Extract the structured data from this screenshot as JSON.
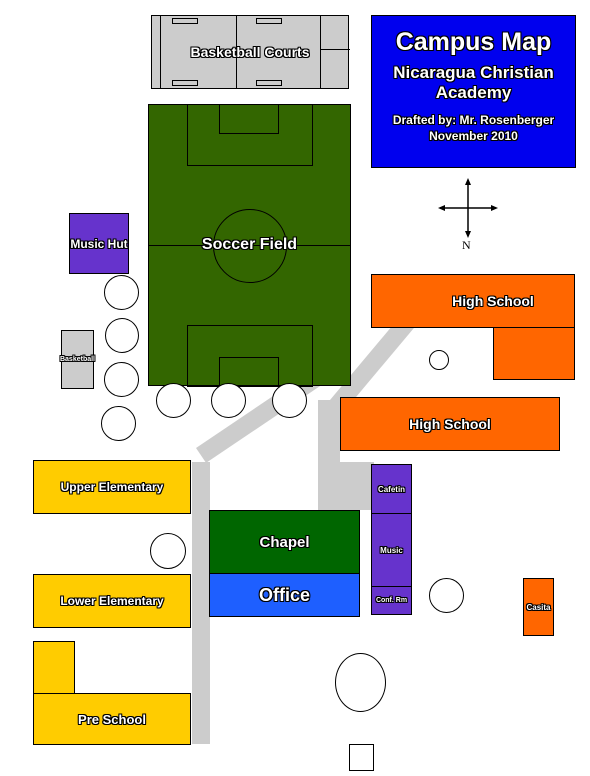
{
  "title_block": {
    "title": "Campus Map",
    "school_line1": "Nicaragua Christian",
    "school_line2": "Academy",
    "drafted_by": "Drafted by: Mr. Rosenberger",
    "date": "November 2010"
  },
  "compass": {
    "north_label": "N"
  },
  "buildings": {
    "basketball_courts": "Basketball Courts",
    "soccer_field": "Soccer Field",
    "music_hut": "Music Hut",
    "basketball_small": "Basketball",
    "high_school_upper": "High School",
    "high_school_lower": "High School",
    "upper_elementary": "Upper Elementary",
    "lower_elementary": "Lower Elementary",
    "pre_school": "Pre School",
    "chapel": "Chapel",
    "office": "Office",
    "cafeteria": "Cafetin",
    "music": "Music",
    "conference_room": "Conf. Rm",
    "casita": "Casita"
  },
  "colors": {
    "high_school": "#ff6600",
    "elementary": "#ffcc00",
    "music": "#6633cc",
    "soccer_field": "#336600",
    "chapel": "#006600",
    "office": "#1e5fff",
    "title_block": "#0000ee",
    "paths": "#cccccc"
  }
}
